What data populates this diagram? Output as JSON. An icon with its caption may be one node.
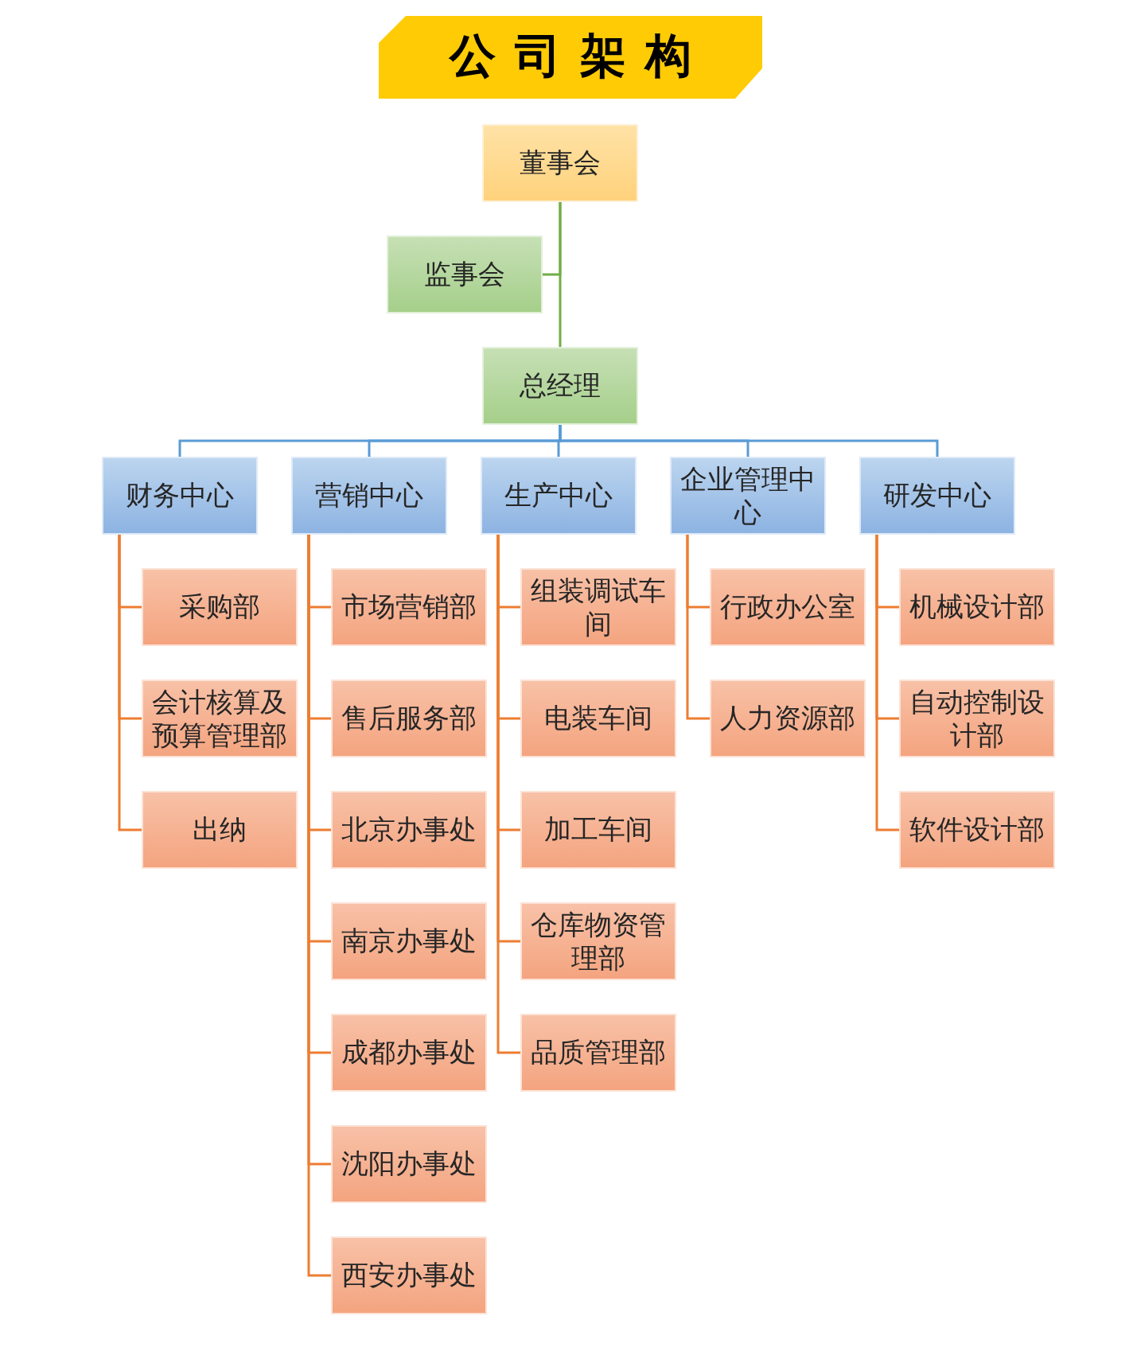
{
  "diagram": {
    "title": "公司架构",
    "nodes": [
      {
        "text": [
          "董事会"
        ]
      },
      {
        "text": [
          "监事会"
        ]
      },
      {
        "text": [
          "总经理"
        ]
      },
      {
        "text": [
          "财务中心"
        ]
      },
      {
        "text": [
          "营销中心"
        ]
      },
      {
        "text": [
          "生产中心"
        ]
      },
      {
        "text": [
          "企业管理中心"
        ]
      },
      {
        "text": [
          "研发中心"
        ]
      },
      {
        "text": [
          "采购部"
        ]
      },
      {
        "text": [
          "会计核算及预算管理部"
        ]
      },
      {
        "text": [
          "出纳"
        ]
      },
      {
        "text": [
          "市场营销部"
        ]
      },
      {
        "text": [
          "售后服务部"
        ]
      },
      {
        "text": [
          "北京办事处"
        ]
      },
      {
        "text": [
          "南京办事处"
        ]
      },
      {
        "text": [
          "成都办事处"
        ]
      },
      {
        "text": [
          "沈阳办事处"
        ]
      },
      {
        "text": [
          "西安办事处"
        ]
      },
      {
        "text": [
          "组装调试车间"
        ]
      },
      {
        "text": [
          "电装车间"
        ]
      },
      {
        "text": [
          "加工车间"
        ]
      },
      {
        "text": [
          "仓库物资管理部"
        ]
      },
      {
        "text": [
          "品质管理部"
        ]
      },
      {
        "text": [
          "行政办公室"
        ]
      },
      {
        "text": [
          "人力资源部"
        ]
      },
      {
        "text": [
          "机械设计部"
        ]
      },
      {
        "text": [
          "自动控制设计部"
        ]
      },
      {
        "text": [
          "软件设计部"
        ]
      }
    ],
    "edges": [
      {
        "from": 0,
        "to": 2,
        "arrow": "none",
        "color": "#70ad47"
      },
      {
        "from": 0,
        "to": 1,
        "arrow": "none",
        "color": "#70ad47"
      },
      {
        "from": 2,
        "to": 3,
        "arrow": "none",
        "color": "#5b9bd5"
      },
      {
        "from": 2,
        "to": 4,
        "arrow": "none",
        "color": "#5b9bd5"
      },
      {
        "from": 2,
        "to": 5,
        "arrow": "none",
        "color": "#5b9bd5"
      },
      {
        "from": 2,
        "to": 6,
        "arrow": "none",
        "color": "#5b9bd5"
      },
      {
        "from": 2,
        "to": 7,
        "arrow": "none",
        "color": "#5b9bd5"
      },
      {
        "from": 3,
        "to": 8,
        "arrow": "none"
      },
      {
        "from": 3,
        "to": 9,
        "arrow": "none"
      },
      {
        "from": 3,
        "to": 10,
        "arrow": "none"
      },
      {
        "from": 4,
        "to": 11,
        "arrow": "none"
      },
      {
        "from": 4,
        "to": 12,
        "arrow": "none"
      },
      {
        "from": 4,
        "to": 13,
        "arrow": "none"
      },
      {
        "from": 4,
        "to": 14,
        "arrow": "none"
      },
      {
        "from": 4,
        "to": 15,
        "arrow": "none"
      },
      {
        "from": 4,
        "to": 16,
        "arrow": "none"
      },
      {
        "from": 4,
        "to": 17,
        "arrow": "none"
      },
      {
        "from": 5,
        "to": 18,
        "arrow": "none"
      },
      {
        "from": 5,
        "to": 19,
        "arrow": "none"
      },
      {
        "from": 5,
        "to": 20,
        "arrow": "none"
      },
      {
        "from": 5,
        "to": 21,
        "arrow": "none"
      },
      {
        "from": 5,
        "to": 22,
        "arrow": "none"
      },
      {
        "from": 6,
        "to": 23,
        "arrow": "none"
      },
      {
        "from": 6,
        "to": 24,
        "arrow": "none"
      },
      {
        "from": 7,
        "to": 25,
        "arrow": "none"
      },
      {
        "from": 7,
        "to": 26,
        "arrow": "none"
      },
      {
        "from": 7,
        "to": 27,
        "arrow": "none"
      }
    ]
  }
}
